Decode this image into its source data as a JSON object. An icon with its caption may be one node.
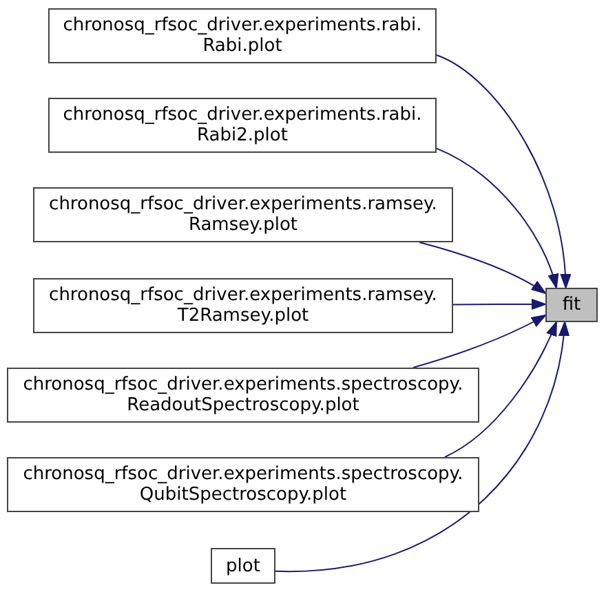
{
  "diagram": {
    "nodes": [
      {
        "text": [
          "chronosq_rfsoc_driver.experiments.rabi. Rabi.plot"
        ]
      },
      {
        "text": [
          "chronosq_rfsoc_driver.experiments.rabi. Rabi2.plot"
        ]
      },
      {
        "text": [
          "chronosq_rfsoc_driver.experiments.ramsey. Ramsey.plot"
        ]
      },
      {
        "text": [
          "chronosq_rfsoc_driver.experiments.ramsey. T2Ramsey.plot"
        ]
      },
      {
        "text": [
          "chronosq_rfsoc_driver.experiments.spectroscopy. ReadoutSpectroscopy.plot"
        ]
      },
      {
        "text": [
          "chronosq_rfsoc_driver.experiments.spectroscopy. QubitSpectroscopy.plot"
        ]
      },
      {
        "text": [
          "plot"
        ]
      },
      {
        "text": [
          "fit"
        ]
      }
    ],
    "edges": [
      {
        "from": 0,
        "to": 7,
        "arrow": "to"
      },
      {
        "from": 1,
        "to": 7,
        "arrow": "to"
      },
      {
        "from": 2,
        "to": 7,
        "arrow": "to"
      },
      {
        "from": 3,
        "to": 7,
        "arrow": "to"
      },
      {
        "from": 4,
        "to": 7,
        "arrow": "to"
      },
      {
        "from": 5,
        "to": 7,
        "arrow": "to"
      },
      {
        "from": 6,
        "to": 7,
        "arrow": "to"
      }
    ]
  }
}
